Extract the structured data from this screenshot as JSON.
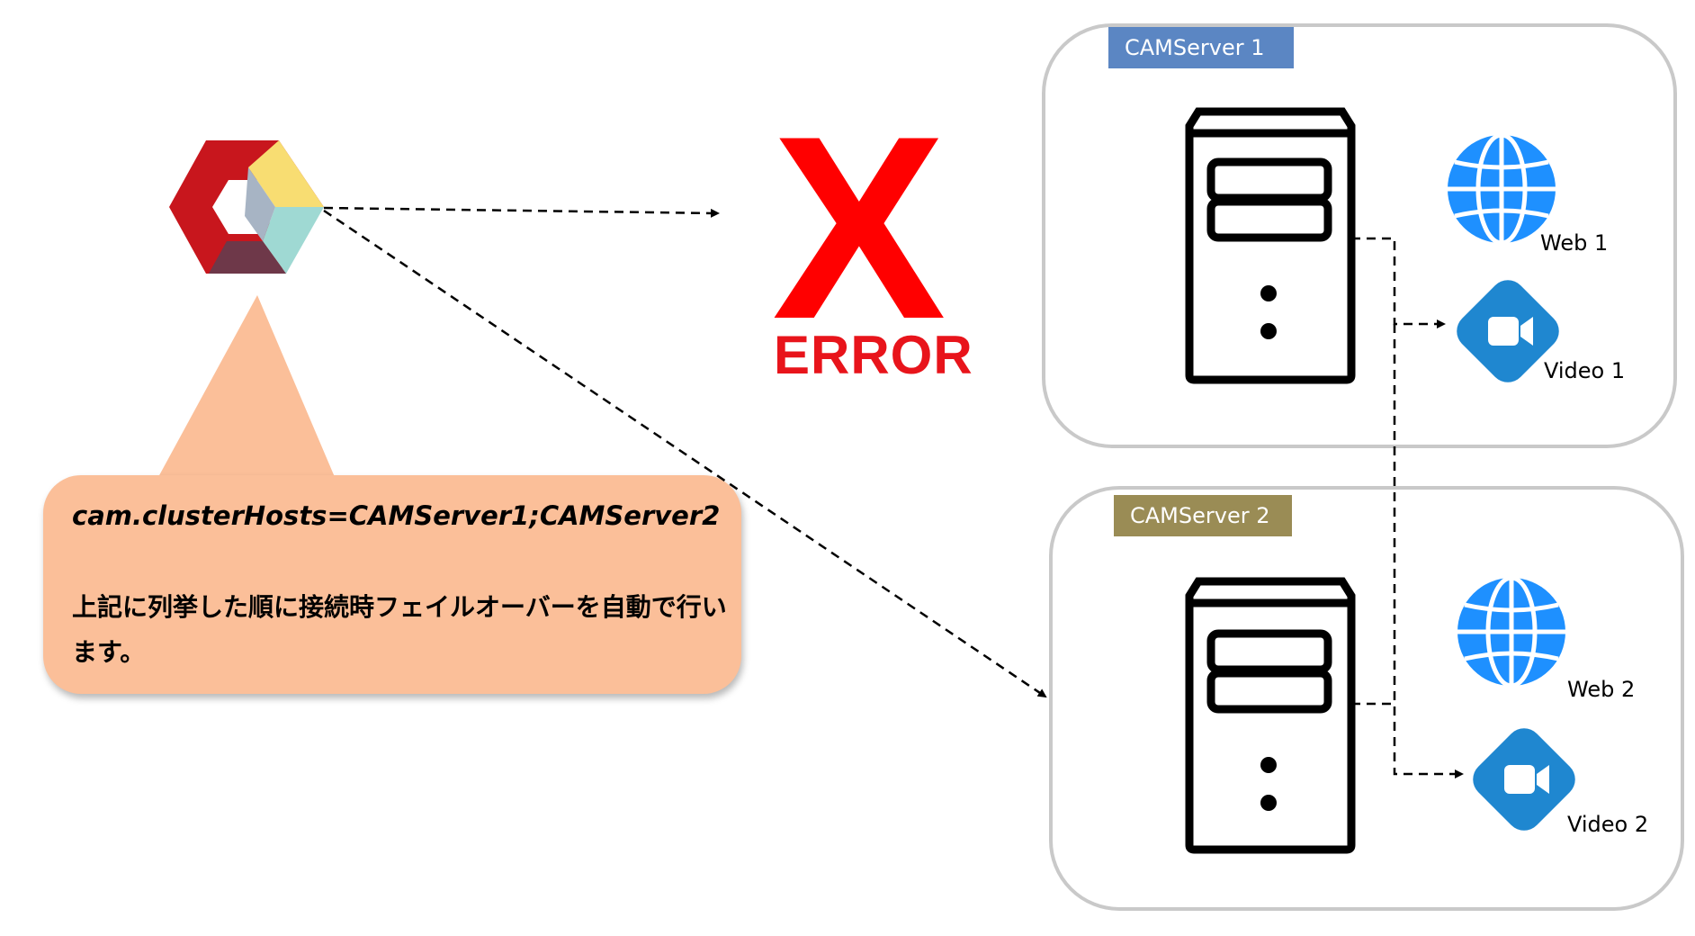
{
  "client": {
    "logo_icon": "cube-hexagon-logo",
    "callout": {
      "code": "cam.clusterHosts=CAMServer1;CAMServer2",
      "description": "上記に列挙した順に接続時フェイルオーバーを自動で行います。"
    }
  },
  "error": {
    "mark": "X",
    "label": "ERROR",
    "color": "#ff0000"
  },
  "servers": [
    {
      "tag": "CAMServer 1",
      "tag_color": "#5b86c3",
      "services": [
        {
          "label": "Web 1",
          "icon": "globe-icon"
        },
        {
          "label": "Video 1",
          "icon": "video-camera-icon"
        }
      ]
    },
    {
      "tag": "CAMServer 2",
      "tag_color": "#9a8c55",
      "services": [
        {
          "label": "Web 2",
          "icon": "globe-icon"
        },
        {
          "label": "Video 2",
          "icon": "video-camera-icon"
        }
      ]
    }
  ],
  "colors": {
    "callout_fill": "#fbbf99",
    "server_border": "#c9c9c9",
    "service_blue": "#1e90ff",
    "video_blue": "#1f87d0"
  }
}
